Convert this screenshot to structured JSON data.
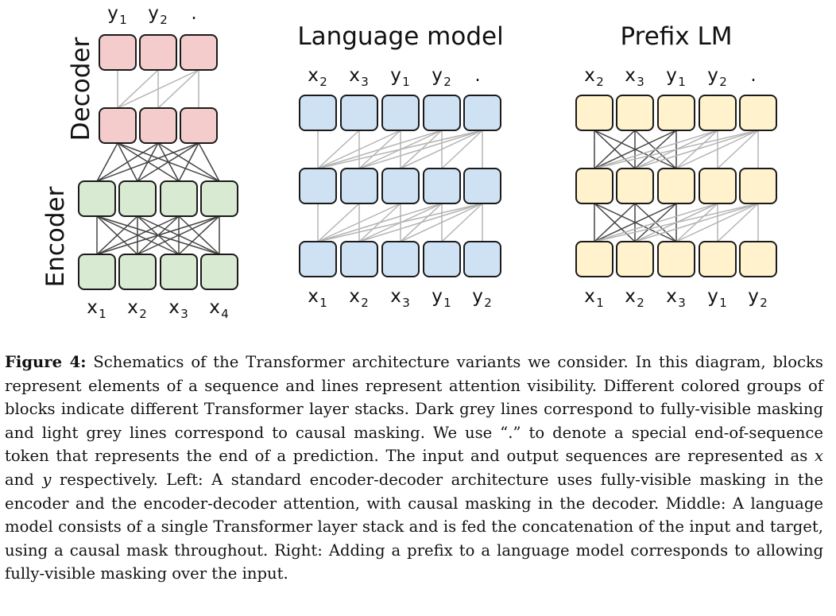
{
  "panels": [
    {
      "id": "encdec",
      "title": "",
      "side_labels": [
        "Decoder",
        "Encoder"
      ],
      "colors": {
        "enc_fill": "#d9ead3",
        "dec_fill": "#f4cccc",
        "stroke": "#1a1a1a"
      },
      "top_tokens": [
        {
          "base": "y",
          "sub": "1"
        },
        {
          "base": "y",
          "sub": "2"
        },
        {
          "base": ".",
          "sub": ""
        }
      ],
      "bottom_tokens": [
        {
          "base": "x",
          "sub": "1"
        },
        {
          "base": "x",
          "sub": "2"
        },
        {
          "base": "x",
          "sub": "3"
        },
        {
          "base": "x",
          "sub": "4"
        }
      ]
    },
    {
      "id": "lm",
      "title": "Language model",
      "colors": {
        "fill": "#cfe2f3",
        "stroke": "#1a1a1a"
      },
      "top_tokens": [
        {
          "base": "x",
          "sub": "2"
        },
        {
          "base": "x",
          "sub": "3"
        },
        {
          "base": "y",
          "sub": "1"
        },
        {
          "base": "y",
          "sub": "2"
        },
        {
          "base": ".",
          "sub": ""
        }
      ],
      "bottom_tokens": [
        {
          "base": "x",
          "sub": "1"
        },
        {
          "base": "x",
          "sub": "2"
        },
        {
          "base": "x",
          "sub": "3"
        },
        {
          "base": "y",
          "sub": "1"
        },
        {
          "base": "y",
          "sub": "2"
        }
      ]
    },
    {
      "id": "prefix",
      "title": "Prefix LM",
      "colors": {
        "fill": "#fff2cc",
        "stroke": "#1a1a1a"
      },
      "top_tokens": [
        {
          "base": "x",
          "sub": "2"
        },
        {
          "base": "x",
          "sub": "3"
        },
        {
          "base": "y",
          "sub": "1"
        },
        {
          "base": "y",
          "sub": "2"
        },
        {
          "base": ".",
          "sub": ""
        }
      ],
      "bottom_tokens": [
        {
          "base": "x",
          "sub": "1"
        },
        {
          "base": "x",
          "sub": "2"
        },
        {
          "base": "x",
          "sub": "3"
        },
        {
          "base": "y",
          "sub": "1"
        },
        {
          "base": "y",
          "sub": "2"
        }
      ]
    }
  ],
  "line_colors": {
    "dark": "#444444",
    "light": "#b4b4b4"
  },
  "caption": {
    "label": "Figure 4:",
    "part1": " Schematics of the Transformer architecture variants we consider. In this diagram, blocks represent elements of a sequence and lines represent attention visibility. Different colored groups of blocks indicate different Transformer layer stacks. Dark grey lines correspond to fully-visible masking and light grey lines correspond to causal masking. We use “.” to denote a special end-of-sequence token that represents the end of a prediction. The input and output sequences are represented as ",
    "x": "x",
    "part2": " and ",
    "y": "y",
    "part3": " respectively. Left: A standard encoder-decoder architecture uses fully-visible masking in the encoder and the encoder-decoder attention, with causal masking in the decoder. Middle: A language model consists of a single Transformer layer stack and is fed the concatenation of the input and target, using a causal mask throughout. Right: Adding a prefix to a language model corresponds to allowing fully-visible masking over the input."
  }
}
